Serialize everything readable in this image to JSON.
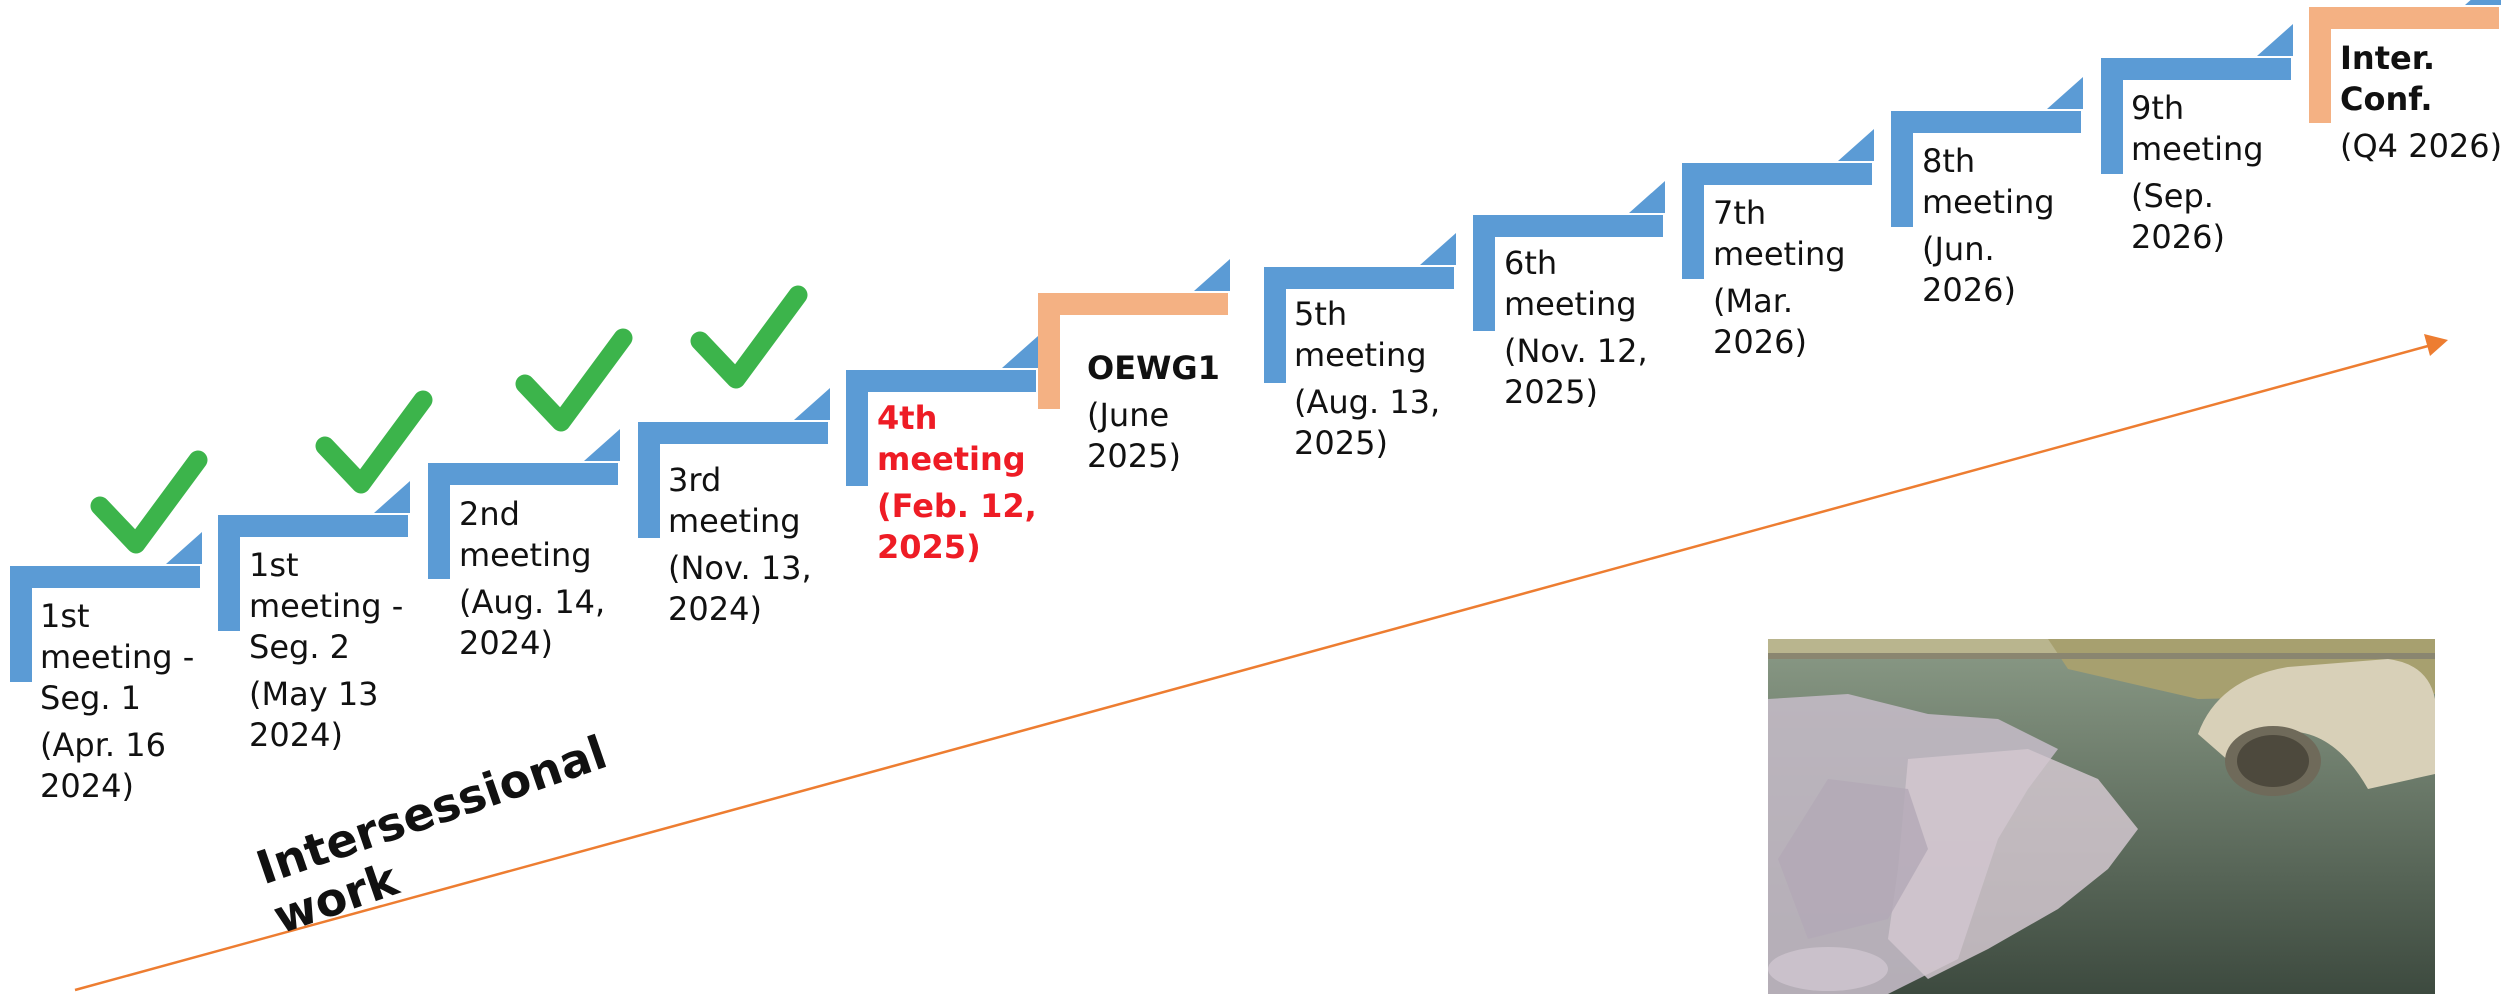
{
  "steps": [
    {
      "title": "1st meeting - Seg. 1",
      "date": "(Apr. 16 2024)",
      "completed": true,
      "kind": "meeting"
    },
    {
      "title": "1st meeting - Seg. 2",
      "date": "(May 13 2024)",
      "completed": true,
      "kind": "meeting"
    },
    {
      "title": "2nd meeting",
      "date": "(Aug. 14, 2024)",
      "completed": true,
      "kind": "meeting"
    },
    {
      "title": "3rd meeting",
      "date": "(Nov. 13, 2024)",
      "completed": true,
      "kind": "meeting"
    },
    {
      "title": "4th meeting",
      "date": "(Feb. 12, 2025)",
      "completed": false,
      "kind": "current"
    },
    {
      "title": "OEWG1",
      "date": "(June 2025)",
      "completed": false,
      "kind": "milestone"
    },
    {
      "title": "5th meeting",
      "date": "(Aug. 13, 2025)",
      "completed": false,
      "kind": "meeting"
    },
    {
      "title": "6th meeting",
      "date": "(Nov. 12, 2025)",
      "completed": false,
      "kind": "meeting"
    },
    {
      "title": "7th meeting",
      "date": "(Mar. 2026)",
      "completed": false,
      "kind": "meeting"
    },
    {
      "title": "8th meeting",
      "date": "(Jun. 2026)",
      "completed": false,
      "kind": "meeting"
    },
    {
      "title": "9th meeting",
      "date": "(Sep. 2026)",
      "completed": false,
      "kind": "meeting"
    },
    {
      "title": "Inter. Conf.",
      "date": "(Q4 2026)",
      "completed": false,
      "kind": "milestone"
    }
  ],
  "intersessional": "Intersessional\nwork",
  "colors": {
    "step": "#5b9bd5",
    "milestone": "#f4b183",
    "check": "#3cb44b",
    "highlight": "#ee1c25",
    "arrow": "#ed7d31"
  },
  "icons": {
    "completed": "check-icon",
    "arrow": "arrow-icon"
  }
}
